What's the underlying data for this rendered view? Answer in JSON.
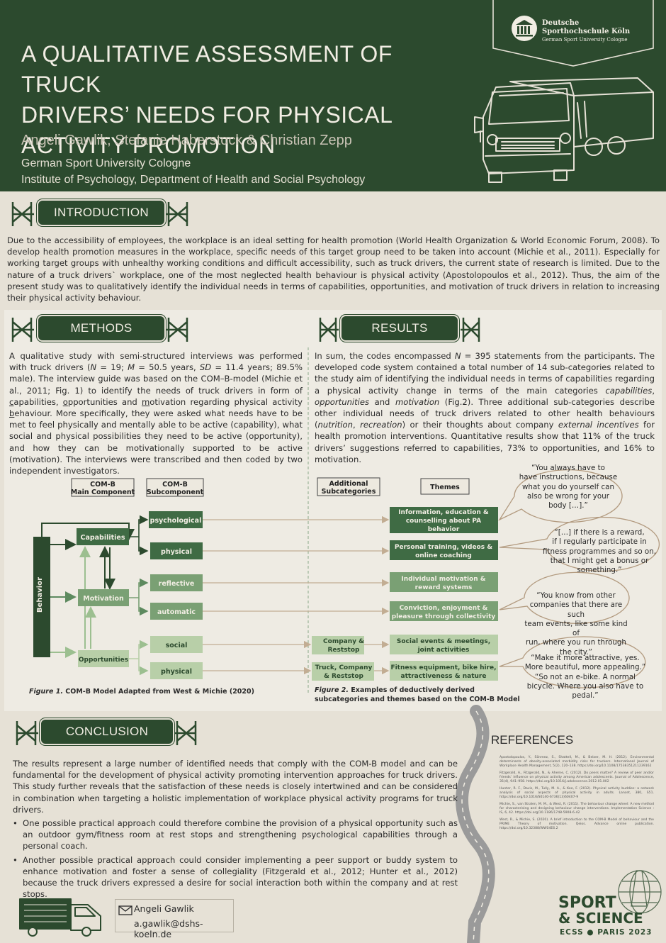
{
  "header": {
    "title_line1": "A QUALITATIVE ASSESSMENT OF TRUCK",
    "title_line2": "DRIVERS’ NEEDS FOR PHYSICAL",
    "title_line3": "ACTIVITY PROMOTION",
    "authors": "Angeli Gawlik, Stefanie Haberstock & Christian Zepp",
    "affiliation1": "German Sport University Cologne",
    "affiliation2": "Institute of Psychology, Department of Health and Social Psychology",
    "logo_line1": "Deutsche",
    "logo_line2": "Sporthochschule Köln",
    "logo_line3": "German Sport University Cologne"
  },
  "introduction": {
    "heading": "INTRODUCTION",
    "text": "Due to the accessibility of employees, the workplace is an ideal setting for health promotion (World Health Organization & World Economic Forum, 2008). To develop health promotion measures in the workplace, specific needs of this target group need to be taken into account (Michie et al., 2011). Especially for working target groups with unhealthy working conditions and difficult accessibility, such as truck drivers, the current state of research is limited. Due to the nature of a truck drivers` workplace, one of the most neglected health behaviour is physical activity (Apostolopoulos et al., 2012). Thus, the aim of the present study was to qualitatively identify the individual needs in terms of capabilities, opportunities, and motivation of truck drivers in relation to increasing their physical activity behaviour."
  },
  "methods": {
    "heading": "METHODS",
    "text_html": "A qualitative study with semi-structured interviews was performed with truck drivers (<i>N</i> = 19; <i>M</i> = 50.5 years, <i>SD</i> = 11.4 years; 89.5% male). The interview guide was based on the COM–B-model (Michie et al., 2011; Fig. 1) to identify the needs of truck drivers in form of <u>c</u>apabilities, <u>o</u>pportunities and <u>m</u>otivation regarding physical activity <u>b</u>ehaviour. More specifically, they were asked what needs have to be met to feel physically and mentally able to be active (capability), what social and physical possibilities they need to be active (opportunity), and how they can be motivationally supported to be active (motivation). The interviews were transcribed and then coded by two independent investigators."
  },
  "results": {
    "heading": "RESULTS",
    "text_html": "In sum, the codes encompassed <i>N</i> = 395 statements from the participants. The developed code system contained a total number of 14 sub-categories related to the study aim of identifying the individual needs in terms of capabilities regarding a physical activity change in terms of the main categories <i>capabilities</i>, <i>opportunities</i> and <i>motivation</i> (Fig.2). Three additional sub-categories describe other individual needs of truck drivers related to other health behaviours (<i>nutrition</i>, <i>recreation</i>) or their thoughts about company <i>external incentives</i> for health promotion interventions. Quantitative results show that 11% of the truck drivers’ suggestions referred to capabilities, 73% to opportunities, and 16% to motivation."
  },
  "diagram": {
    "col_main_1": "COM-B",
    "col_main_2": "Main Component",
    "col_sub_1": "COM-B",
    "col_sub_2": "Subcomponent",
    "col_add_1": "Additional",
    "col_add_2": "Subcategories",
    "col_themes": "Themes",
    "behavior": "Behavior",
    "capabilities": "Capabilities",
    "motivation": "Motivation",
    "opportunities": "Opportunities",
    "psychological": "psychological",
    "physical_cap": "physical",
    "reflective": "reflective",
    "automatic": "automatic",
    "social": "social",
    "physical_opp": "physical",
    "add_company_1": "Company &",
    "add_company_2": "Reststop",
    "add_truck_1": "Truck, Company",
    "add_truck_2": "& Reststop",
    "theme1_1": "Information, education &",
    "theme1_2": "counselling about PA",
    "theme1_3": "behavior",
    "theme2_1": "Personal training, videos &",
    "theme2_2": "online coaching",
    "theme3_1": "Individual motivation &",
    "theme3_2": "reward systems",
    "theme4_1": "Conviction, enjoyment &",
    "theme4_2": "pleasure through collectivity",
    "theme5_1": "Social events & meetings,",
    "theme5_2": "joint activities",
    "theme6_1": "Fitness equipment, bike hire,",
    "theme6_2": "attractiveness & nature",
    "fig1_label": "Figure 1.",
    "fig1_text": " COM-B Model Adapted from West & Michie (2020)",
    "fig2_label": "Figure 2.",
    "fig2_text_1": " Examples of deductively derived",
    "fig2_text_2": "subcategories and themes based on the COM-B Model"
  },
  "quotes": [
    {
      "l1": "“You always have to",
      "l2": "have instructions, because",
      "l3": "what you do yourself can",
      "l4": "also be wrong for your",
      "l5": "body […].”"
    },
    {
      "l1": "“[…] if there is a reward,",
      "l2": "if I regularly participate in",
      "l3": "fitness programmes and so on,",
      "l4": "that I might get a bonus or",
      "l5": "something.”"
    },
    {
      "l1": "“You know from other",
      "l2": "companies that there are such",
      "l3": "team events, like some kind of",
      "l4": "run, where you run through",
      "l5": "the city.”"
    },
    {
      "l1": "“Make it more attractive, yes.",
      "l2": "More beautiful, more appealing.”",
      "l3": "“So not an e-bike. A normal",
      "l4": "bicycle. Where you also have to",
      "l5": "pedal.”"
    }
  ],
  "conclusion": {
    "heading": "CONCLUSION",
    "text": "The results represent a large number of identified needs that comply with the COM-B model and can be fundamental for the development of physical activity promoting intervention approaches for truck drivers. This study further reveals that the satisfaction of these needs is closely intertwined and can be considered in combination when targeting a holistic implementation of workplace physical activity programs for truck drivers.",
    "bullet1": "One possible practical approach could therefore combine the provision of a physical opportunity such as an outdoor gym/fitness room at rest stops and strengthening psychological capabilities through a personal coach.",
    "bullet2": "Another possible practical approach could consider implementing a peer support or buddy system to enhance motivation and foster a sense of collegiality (Fitzgerald et al., 2012; Hunter et al., 2012) because the truck drivers expressed a desire for social interaction both within the company and at rest stops."
  },
  "references": {
    "heading": "REFERENCES",
    "items": [
      "Apostolopoulos, Y., Sönmez, S., Shattell, M., & Belzer, M. H. (2012). Environmental determinants of obesity-associated morbidity risks for truckers. International Journal of Workplace Health Management, 5(2), 120–138. https://doi.org/10.1108/17538351211239162",
      "Fitzgerald, A., Fitzgerald, N., & Aherne, C. (2012). Do peers matter? A review of peer and/or friends’ influence on physical activity among American adolescents. Journal of Adolescence, 35(4), 941–958. https://doi.org/10.1016/j.adolescence.2012.01.002",
      "Hunter, R. F., Davis, M., Tully, M. A., & Kee, F. (2012). Physical activity buddies: a network analysis of social aspects of physical activity in adults. Lancet, 380, S51. https://doi.org/10.1016/S0140-6736(13)60407-9",
      "Michie, S., van Stralen, M. M., & West, R. (2011). The behaviour change wheel: A new method for characterising and designing behaviour change interventions. Implementation Science : IS, 6, 42. https://doi.org/10.1186/1748-5908-6-42",
      "West, R., & Michie, S. (2020). A brief introduction to the COM-B Model of behaviour and the PRIME Theory of motivation. Qeios. Advance online publication. https://doi.org/10.32388/WW04E6.2"
    ]
  },
  "contact": {
    "name": "Angeli Gawlik",
    "email": "a.gawlik@dshs-koeln.de"
  },
  "conference": {
    "line1": "SPORT",
    "line2": "& SCIENCE",
    "line3": "ECSS ● PARIS 2023"
  },
  "colors": {
    "dark_green": "#2c4a2e",
    "mid_green": "#3f6b44",
    "light_green": "#9cbf90",
    "tan": "#c2ad93",
    "background": "#e6e1d6"
  }
}
